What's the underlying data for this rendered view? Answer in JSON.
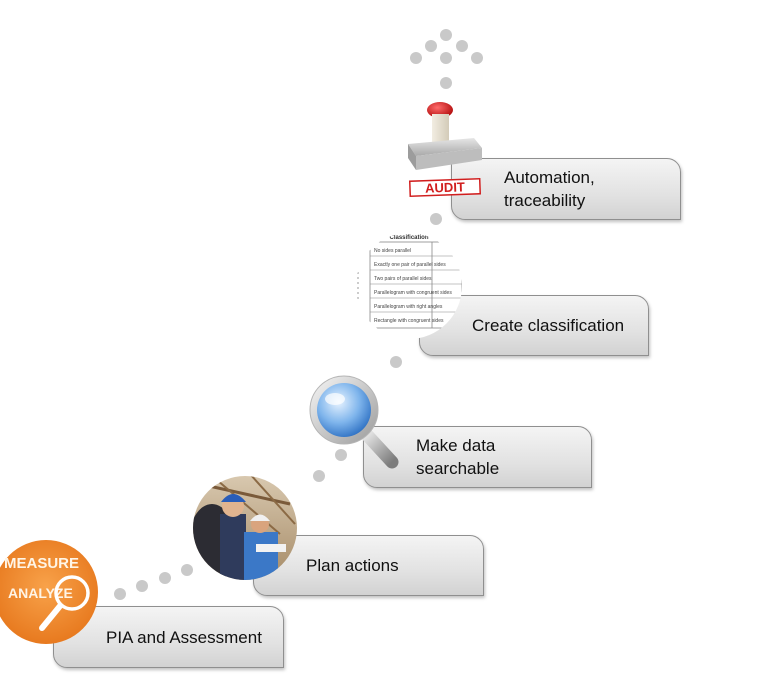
{
  "steps": [
    {
      "id": "pia",
      "label": "PIA and Assessment"
    },
    {
      "id": "plan",
      "label": "Plan actions"
    },
    {
      "id": "search",
      "label": "Make data\nsearchable"
    },
    {
      "id": "classify",
      "label": "Create classification"
    },
    {
      "id": "auto",
      "label": "Automation,\ntraceability"
    }
  ],
  "images": {
    "measure_top": "MEASURE",
    "measure_bottom": "ANALYZE",
    "audit_stamp": "AUDIT",
    "doc_header": "Classification",
    "doc_rows": [
      "No sides parallel",
      "Exactly one pair of parallel sides",
      "Two pairs of parallel sides",
      "Parallelogram with congruent sides",
      "Parallelogram with right angles",
      "Rectangle with congruent sides"
    ]
  },
  "colors": {
    "dot": "#c9c9c9",
    "measure_orange": "#f08a24",
    "audit_red": "#d11e1e",
    "box_border": "#8f8f8f"
  },
  "icons": [
    "measure-analyze-icon",
    "workers-photo",
    "magnifier-icon",
    "document-table-icon",
    "audit-stamp-icon"
  ]
}
